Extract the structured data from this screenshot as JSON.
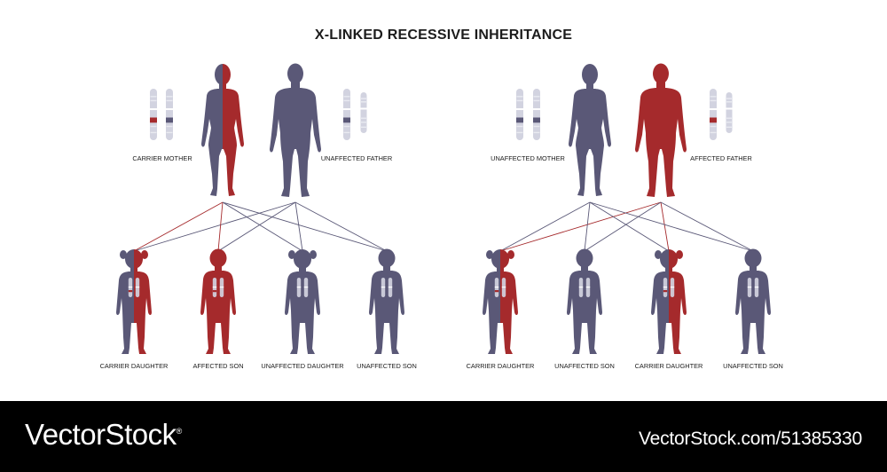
{
  "title": "X-LINKED RECESSIVE INHERITANCE",
  "colors": {
    "unaffected": "#5a5877",
    "affected": "#a52a2c",
    "chromosome": "#d2d3e0",
    "band": "#e9eaf1",
    "footer_bg": "#000000"
  },
  "panels": [
    {
      "parents": [
        {
          "label": "CARRIER MOTHER",
          "sex": "female",
          "status": "carrier"
        },
        {
          "label": "UNAFFECTED FATHER",
          "sex": "male",
          "status": "unaffected"
        }
      ],
      "children": [
        {
          "label": "CARRIER DAUGHTER",
          "sex": "female",
          "status": "carrier"
        },
        {
          "label": "AFFECTED SON",
          "sex": "male",
          "status": "affected"
        },
        {
          "label": "UNAFFECTED DAUGHTER",
          "sex": "female",
          "status": "unaffected"
        },
        {
          "label": "UNAFFECTED SON",
          "sex": "male",
          "status": "unaffected"
        }
      ]
    },
    {
      "parents": [
        {
          "label": "UNAFFECTED MOTHER",
          "sex": "female",
          "status": "unaffected"
        },
        {
          "label": "AFFECTED FATHER",
          "sex": "male",
          "status": "affected"
        }
      ],
      "children": [
        {
          "label": "CARRIER DAUGHTER",
          "sex": "female",
          "status": "carrier"
        },
        {
          "label": "UNAFFECTED SON",
          "sex": "male",
          "status": "unaffected"
        },
        {
          "label": "CARRIER DAUGHTER",
          "sex": "female",
          "status": "carrier"
        },
        {
          "label": "UNAFFECTED SON",
          "sex": "male",
          "status": "unaffected"
        }
      ]
    }
  ],
  "footer": {
    "brand": "VectorStock",
    "brand_mark": "®",
    "url": "VectorStock.com/51385330"
  }
}
